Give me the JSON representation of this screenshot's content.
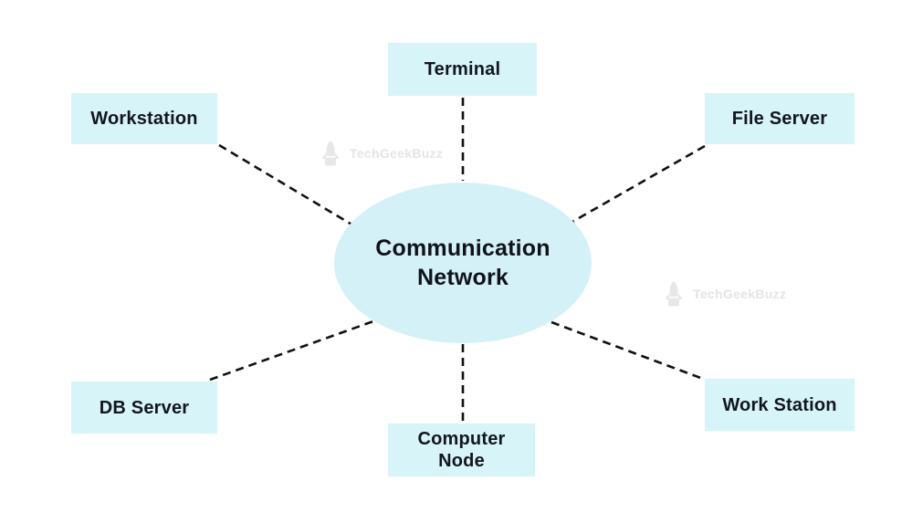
{
  "diagram": {
    "center_node": {
      "id": "communication-network",
      "label": "Communication Network"
    },
    "nodes": [
      {
        "id": "terminal",
        "label": "Terminal",
        "position": "top"
      },
      {
        "id": "workstation",
        "label": "Workstation",
        "position": "top-left"
      },
      {
        "id": "file-server",
        "label": "File Server",
        "position": "top-right"
      },
      {
        "id": "db-server",
        "label": "DB Server",
        "position": "bottom-left"
      },
      {
        "id": "computer-node",
        "label": "Computer Node",
        "position": "bottom"
      },
      {
        "id": "work-station",
        "label": "Work Station",
        "position": "bottom-right"
      }
    ],
    "connectors": [
      {
        "from": "communication-network",
        "to": "terminal",
        "style": "dashed"
      },
      {
        "from": "communication-network",
        "to": "workstation",
        "style": "dashed"
      },
      {
        "from": "communication-network",
        "to": "file-server",
        "style": "dashed"
      },
      {
        "from": "communication-network",
        "to": "db-server",
        "style": "dashed"
      },
      {
        "from": "communication-network",
        "to": "computer-node",
        "style": "dashed"
      },
      {
        "from": "communication-network",
        "to": "work-station",
        "style": "dashed"
      }
    ],
    "watermarks": [
      {
        "text": "TechGeekBuzz",
        "icon": "rocket-icon"
      },
      {
        "text": "TechGeekBuzz",
        "icon": "rocket-icon"
      }
    ],
    "colors": {
      "background": "#ffffff",
      "node_fill": "#d7f4f9",
      "center_fill": "#d4f1f7",
      "text": "#13161c",
      "connector": "#111111",
      "watermark": "#e4e4e6"
    }
  }
}
